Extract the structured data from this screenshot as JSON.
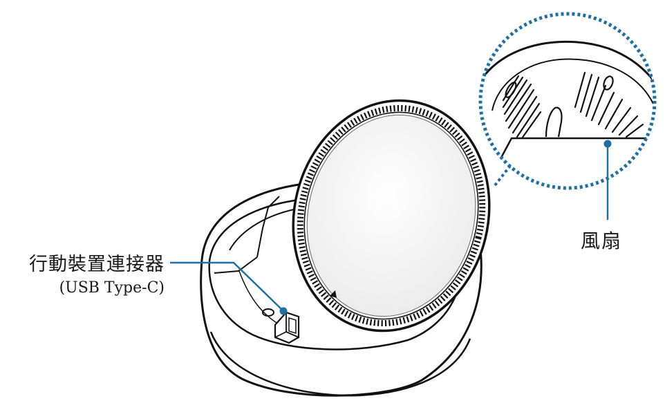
{
  "callouts": {
    "connector": {
      "line1": "行動裝置連接器",
      "line2": "(USB Type-C)"
    },
    "fan": {
      "label": "風扇"
    }
  },
  "colors": {
    "outline": "#111111",
    "leader": "#1f6fa0",
    "zoom_ring": "#1f6fa0",
    "pad_fill": "#f3f3f3"
  },
  "icons": {
    "direction_mark": "triangle-icon"
  }
}
